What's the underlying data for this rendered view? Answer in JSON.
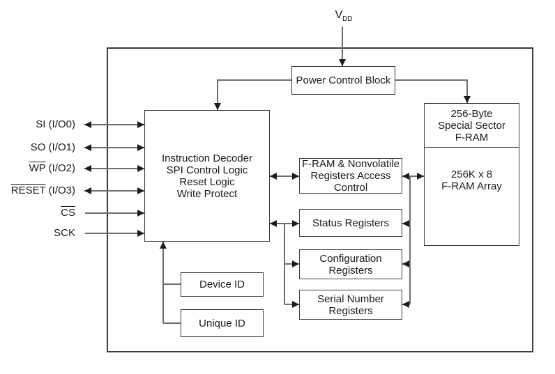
{
  "diagram": {
    "title_hint": "F-RAM SPI device functional block diagram",
    "vdd": {
      "base": "V",
      "sub": "DD"
    },
    "power_block": {
      "label": "Power Control Block"
    },
    "main_block": {
      "lines": [
        "Instruction Decoder",
        "SPI Control Logic",
        "Reset Logic",
        "Write Protect"
      ]
    },
    "access_block": {
      "lines": [
        "F-RAM & Nonvolatile",
        "Registers Access",
        "Control"
      ]
    },
    "status_block": {
      "label": "Status Registers"
    },
    "config_block": {
      "lines": [
        "Configuration",
        "Registers"
      ]
    },
    "serial_block": {
      "lines": [
        "Serial Number",
        "Registers"
      ]
    },
    "special_sector_block": {
      "lines": [
        "256-Byte",
        "Special Sector",
        "F-RAM"
      ]
    },
    "fram_array_block": {
      "lines": [
        "256K x 8",
        "F-RAM Array"
      ]
    },
    "device_id_block": {
      "label": "Device ID"
    },
    "unique_id_block": {
      "label": "Unique ID"
    },
    "signals": [
      {
        "name": "SI",
        "suffix": " (I/O0)",
        "overline": false,
        "direction": "bidirectional"
      },
      {
        "name": "SO",
        "suffix": " (I/O1)",
        "overline": false,
        "direction": "bidirectional"
      },
      {
        "name": "WP",
        "suffix": " (I/O2)",
        "overline": true,
        "direction": "bidirectional"
      },
      {
        "name": "RESET",
        "suffix": " (I/O3)",
        "overline": true,
        "direction": "bidirectional"
      },
      {
        "name": "CS",
        "suffix": "",
        "overline": true,
        "direction": "input"
      },
      {
        "name": "SCK",
        "suffix": "",
        "overline": false,
        "direction": "input"
      }
    ],
    "colors": {
      "background": "#ffffff",
      "border": "#3b3b3b",
      "wire": "#6e6e6e",
      "arrowhead": "#1c1c1c",
      "text": "#1a1a1a"
    }
  }
}
